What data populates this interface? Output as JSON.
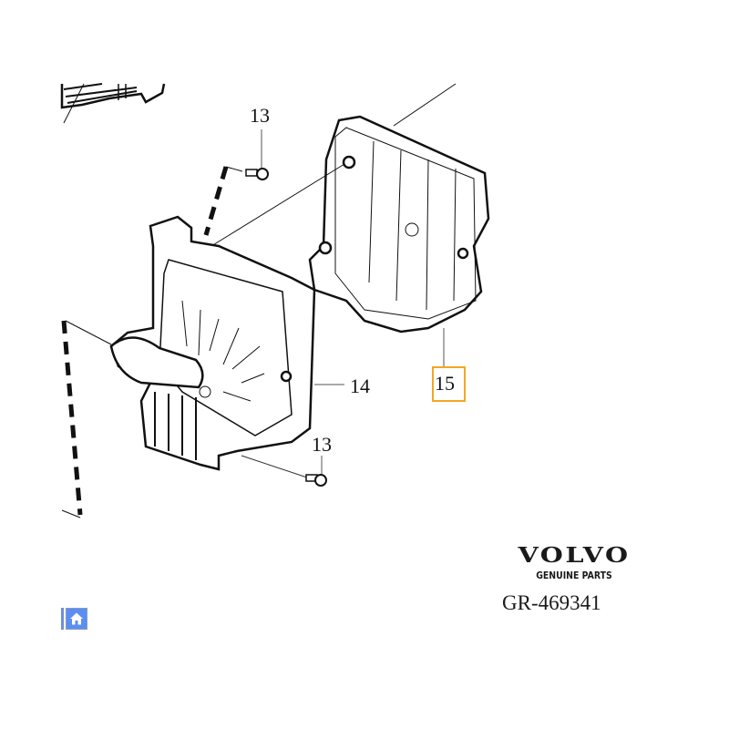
{
  "diagram": {
    "callouts": [
      {
        "id": "13a",
        "label": "13"
      },
      {
        "id": "14",
        "label": "14"
      },
      {
        "id": "13b",
        "label": "13"
      },
      {
        "id": "15",
        "label": "15",
        "highlighted": true
      }
    ],
    "highlight_color": "#f5a623"
  },
  "brand": {
    "name": "VOLVO",
    "subtitle": "GENUINE PARTS"
  },
  "reference": {
    "gr_number": "GR-469341"
  },
  "nav": {
    "home_icon": "home-icon",
    "home_color": "#5b8ef5"
  }
}
